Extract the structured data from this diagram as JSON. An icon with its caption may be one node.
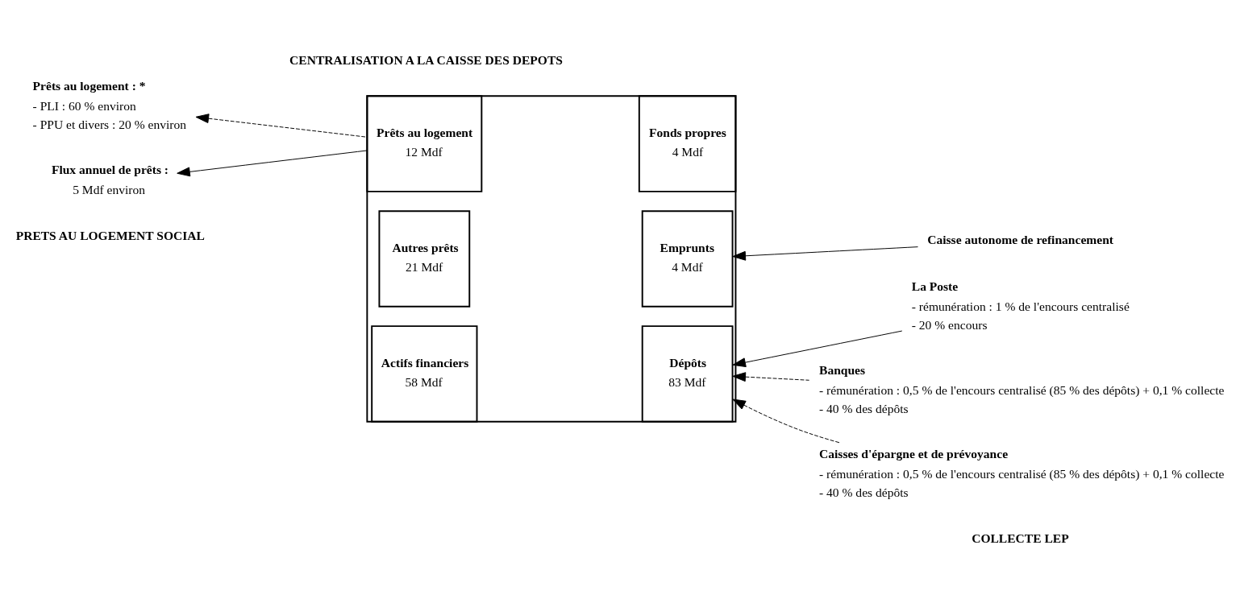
{
  "diagram": {
    "nodes": [
      {
        "text": [
          "Prêts au logement : *",
          "- PLI : 60 % environ",
          "- PPU et divers : 20 % environ"
        ]
      },
      {
        "text": [
          "Flux annuel de prêts :",
          "5 Mdf environ"
        ]
      },
      {
        "text": [],
        "shape": "box"
      },
      {
        "text": [
          "Prêts au logement",
          "12 Mdf"
        ],
        "in": 2
      },
      {
        "text": [
          "Fonds propres",
          "4 Mdf"
        ],
        "in": 2
      },
      {
        "text": [
          "Autres prêts",
          "21 Mdf"
        ],
        "in": 2
      },
      {
        "text": [
          "Emprunts",
          "4 Mdf"
        ],
        "in": 2
      },
      {
        "text": [
          "Actifs financiers",
          "58 Mdf"
        ],
        "in": 2
      },
      {
        "text": [
          "Dépôts",
          "83 Mdf"
        ],
        "in": 2
      },
      {
        "text": [
          "Caisse autonome de refinancement"
        ]
      },
      {
        "text": [
          "La Poste",
          "- rémunération : 1 % de l'encours centralisé",
          "- 20 % encours"
        ]
      },
      {
        "text": [
          "Banques",
          "- rémunération : 0,5 % de l'encours centralisé (85 % des dépôts) + 0,1 % collecte",
          "- 40 % des dépôts"
        ]
      },
      {
        "text": [
          "Caisses d'épargne et de prévoyance",
          "- rémunération : 0,5 % de l'encours centralisé (85 % des dépôts) + 0,1 % collecte",
          "- 40 % des dépôts"
        ]
      }
    ],
    "edges": [
      {
        "from": 3,
        "to": 0,
        "arrow": "to",
        "style": "dashed"
      },
      {
        "from": 3,
        "to": 1,
        "arrow": "to"
      },
      {
        "from": 9,
        "to": 6,
        "arrow": "to"
      },
      {
        "from": 10,
        "to": 8,
        "arrow": "to"
      },
      {
        "from": 11,
        "to": 8,
        "arrow": "to",
        "style": "dashed"
      },
      {
        "from": 12,
        "to": 8,
        "arrow": "to",
        "style": "dashed"
      }
    ],
    "labels": [
      "PRETS AU LOGEMENT SOCIAL",
      "CENTRALISATION A LA CAISSE DES DEPOTS",
      "COLLECTE LEP"
    ]
  }
}
